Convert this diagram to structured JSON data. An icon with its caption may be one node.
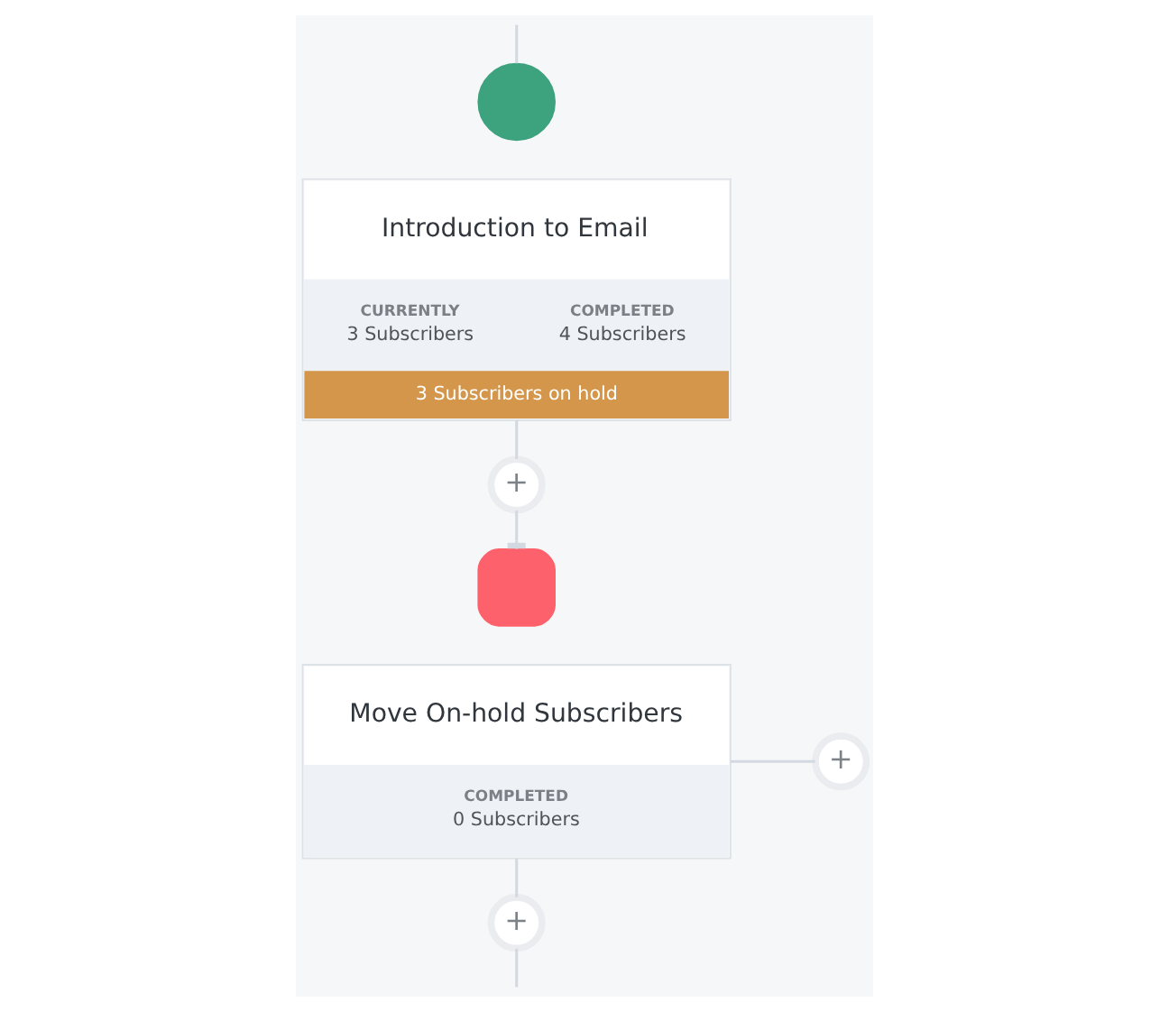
{
  "diagram": {
    "nodes": [
      {
        "text": [],
        "shape": "circle"
      },
      {
        "text": [
          "Introduction to Email",
          "CURRENTLY",
          "3 Subscribers",
          "COMPLETED",
          "4 Subscribers",
          "3 Subscribers on hold"
        ]
      },
      {
        "text": [
          "+"
        ]
      },
      {
        "text": [],
        "shape": "box"
      },
      {
        "text": [
          "Move On-hold Subscribers",
          "COMPLETED",
          "0 Subscribers"
        ]
      },
      {
        "text": [
          "+"
        ]
      },
      {
        "text": [
          "+"
        ]
      }
    ],
    "edges": [
      {
        "from": null,
        "to": 0,
        "arrow": "none"
      },
      {
        "from": 1,
        "to": 2,
        "arrow": "none"
      },
      {
        "from": 2,
        "to": 3,
        "arrow": "other"
      },
      {
        "from": 4,
        "to": 5,
        "arrow": "none"
      },
      {
        "from": 4,
        "to": 6,
        "arrow": "none"
      },
      {
        "from": 6,
        "to": null,
        "arrow": "none"
      }
    ]
  }
}
